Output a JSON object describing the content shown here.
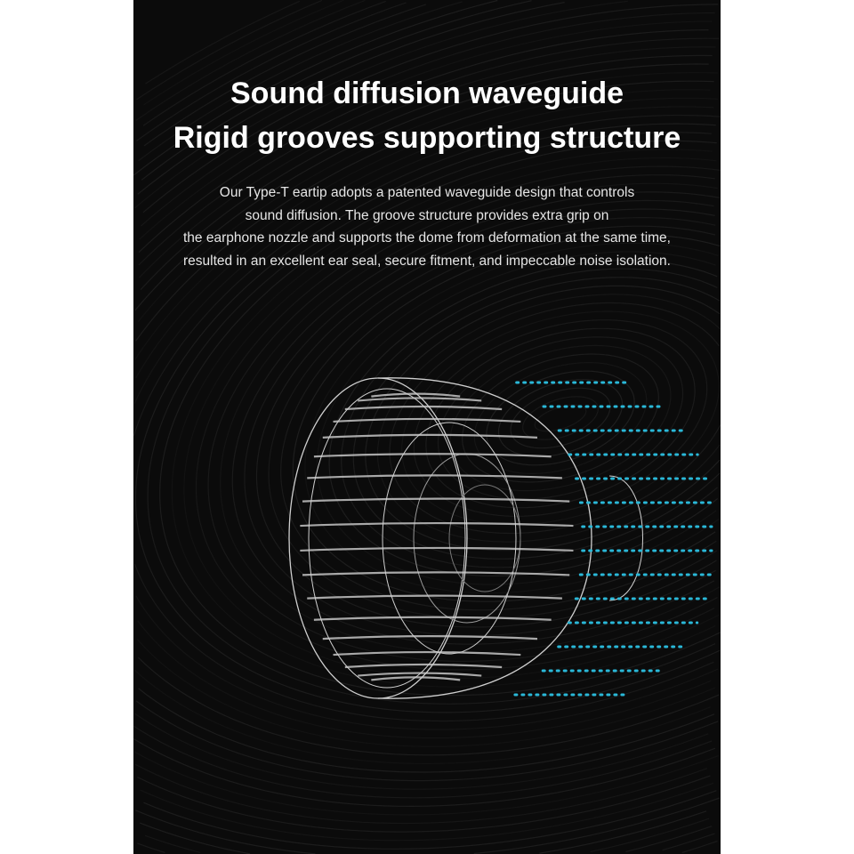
{
  "heading": {
    "line1": "Sound diffusion waveguide",
    "line2": "Rigid grooves supporting structure"
  },
  "description": [
    "Our Type-T eartip adopts a patented waveguide design that controls",
    "sound diffusion. The groove structure provides extra grip on",
    "the earphone nozzle and supports the dome from deformation at the same time,",
    "resulted in an excellent ear seal, secure fitment, and impeccable noise isolation."
  ],
  "colors": {
    "background": "#0b0b0b",
    "accent": "#2ab8d8",
    "text": "#ffffff"
  }
}
